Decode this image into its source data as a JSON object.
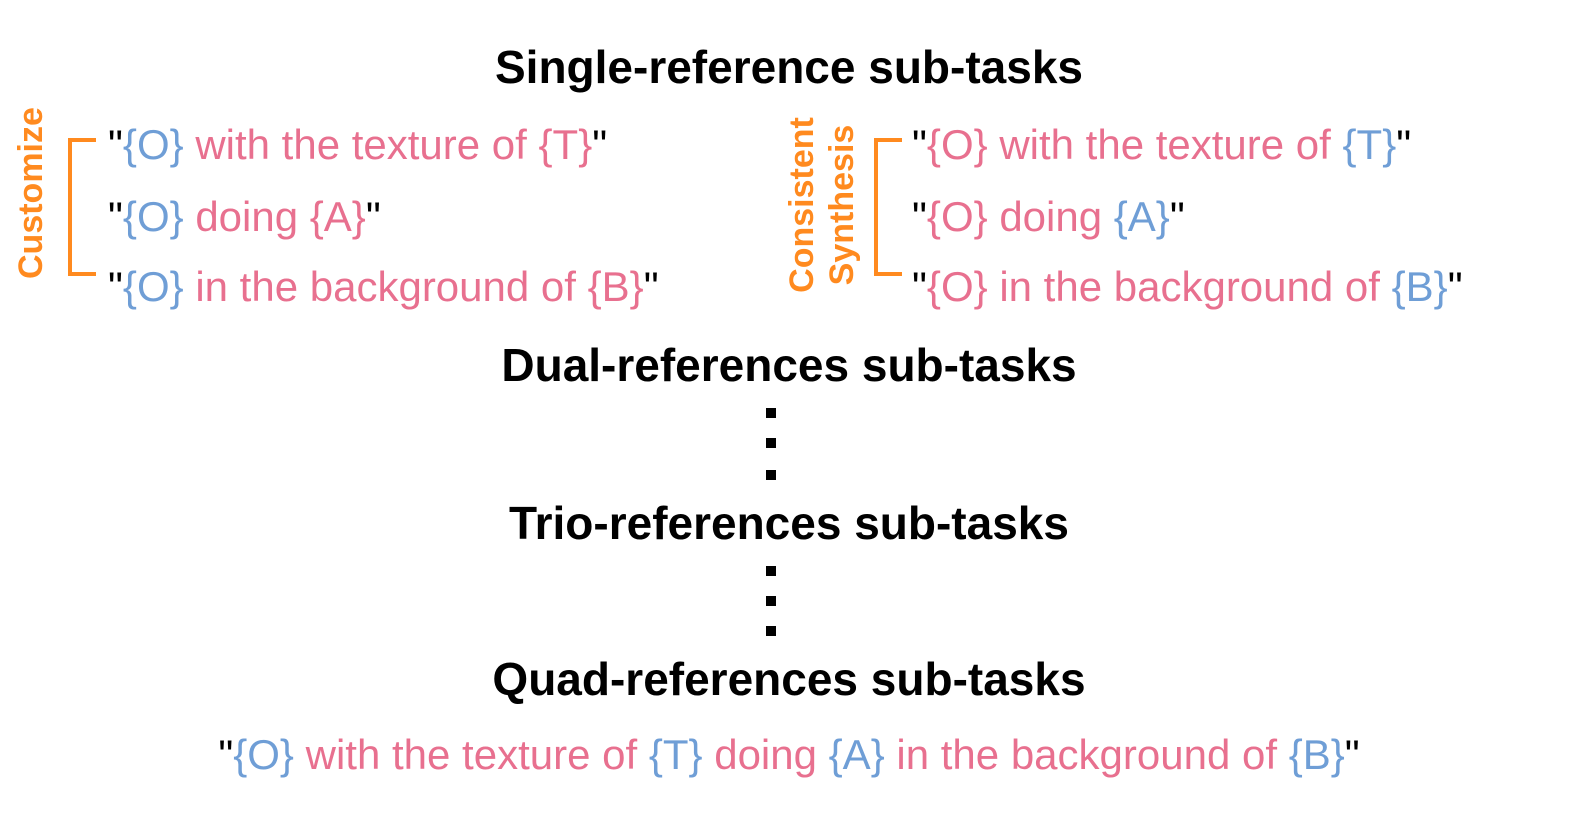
{
  "headings": {
    "single": "Single-reference sub-tasks",
    "dual": "Dual-references sub-tasks",
    "trio": "Trio-references sub-tasks",
    "quad": "Quad-references sub-tasks"
  },
  "groups": {
    "customize": {
      "label": "Customize"
    },
    "consistent": {
      "label_line1": "Consistent",
      "label_line2": "Synthesis"
    }
  },
  "prompts": {
    "quote": "\"",
    "obj": "{O}",
    "tex": "{T}",
    "act": "{A}",
    "bg": "{B}",
    "with_texture": " with the texture of ",
    "doing": " doing ",
    "in_background": " in the background of ",
    "doing_only": " doing "
  },
  "colors": {
    "orange": "#ff8a1f",
    "blue": "#6f9ed6",
    "pink": "#e8708f"
  }
}
